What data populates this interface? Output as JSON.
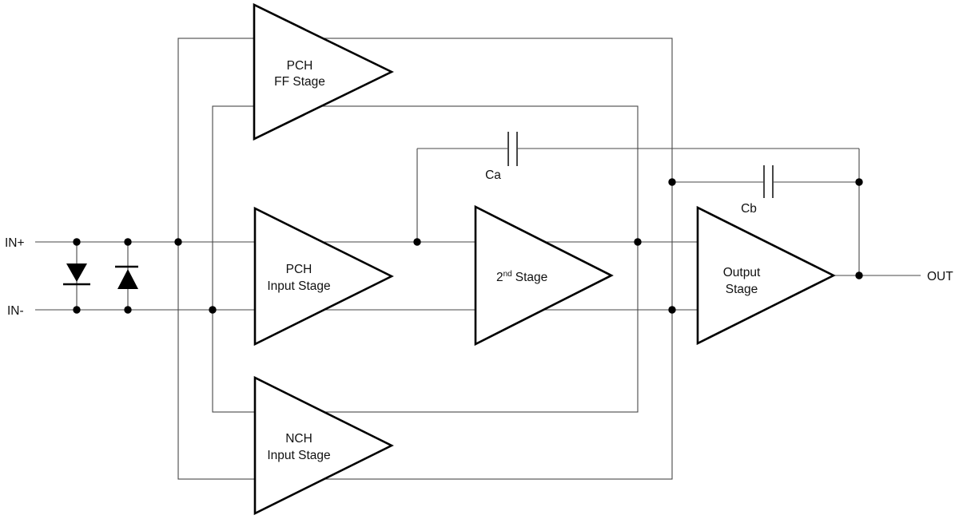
{
  "diagram": {
    "kind": "amplifier-block-diagram",
    "colors": {
      "background": "#ffffff",
      "wire": "#474747",
      "shape_stroke": "#000000",
      "shape_fill": "#ffffff",
      "text": "#111111"
    },
    "ports": {
      "in_plus": "IN+",
      "in_minus": "IN-",
      "out": "OUT"
    },
    "blocks": {
      "pch_ff_stage": {
        "line1": "PCH",
        "line2": "FF Stage"
      },
      "pch_input_stage": {
        "line1": "PCH",
        "line2": "Input Stage"
      },
      "nch_input_stage": {
        "line1": "NCH",
        "line2": "Input Stage"
      },
      "second_stage": {
        "base": "2",
        "superscript": "nd",
        "rest": "Stage"
      },
      "output_stage": {
        "line1": "Output",
        "line2": "Stage"
      }
    },
    "capacitors": {
      "ca_label": "Ca",
      "cb_label": "Cb"
    }
  }
}
